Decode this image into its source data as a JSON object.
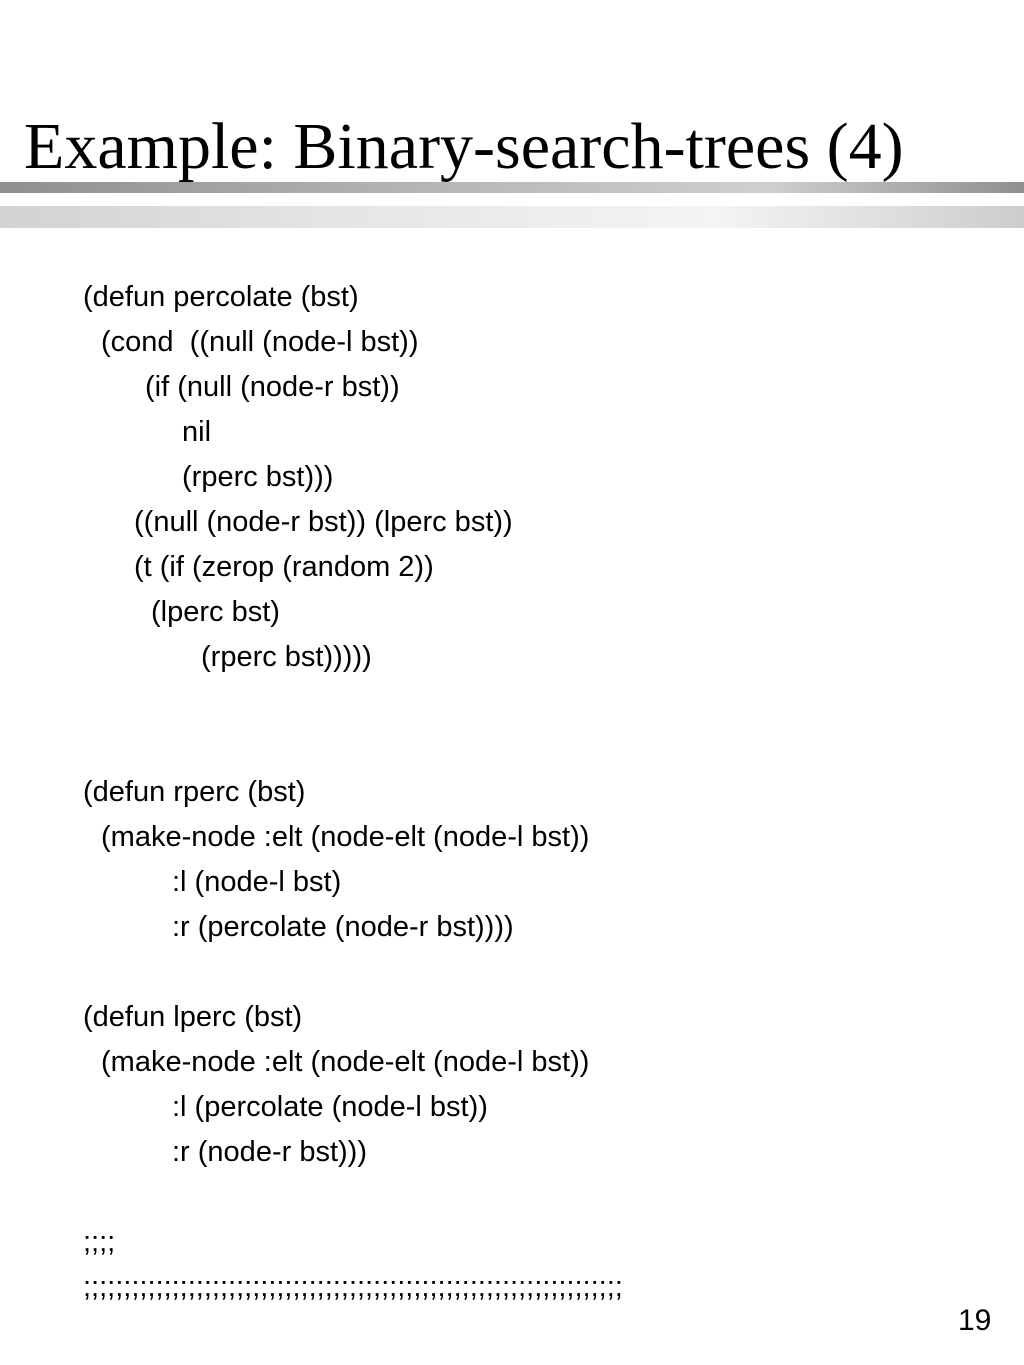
{
  "slide": {
    "title": "Example: Binary-search-trees (4)",
    "page_number": "19",
    "code_lines": [
      "(defun percolate (bst)",
      "(cond  ((null (node-l bst))",
      "(if (null (node-r bst))",
      "nil",
      "(rperc bst)))",
      "((null (node-r bst)) (lperc bst))",
      "(t (if (zerop (random 2))",
      "(lperc bst)",
      "(rperc bst)))))",
      "(defun rperc (bst)",
      "(make-node :elt (node-elt (node-l bst))",
      ":l (node-l bst)",
      ":r (percolate (node-r bst))))",
      "(defun lperc (bst)",
      "(make-node :elt (node-elt (node-l bst))",
      ":l (percolate (node-l bst))",
      ":r (node-r bst)))",
      ";;;;",
      ";;;;;;;;;;;;;;;;;;;;;;;;;;;;;;;;;;;;;;;;;;;;;;;;;;;;;;;;;;;;;;;;;;;;;;;;;;;;;;;;;;;;;;;;;;;;;;;;;;;;;;;;;;;;;;"
    ]
  }
}
